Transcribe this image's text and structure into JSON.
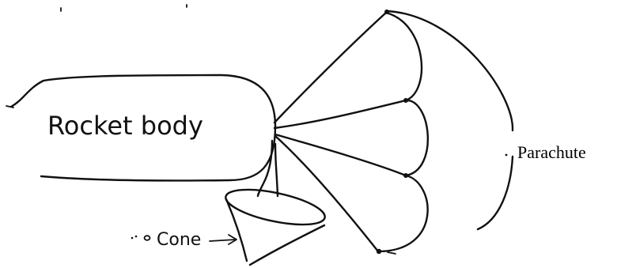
{
  "labels": {
    "rocket_body": "Rocket body",
    "parachute": "Parachute",
    "cone": "Cone"
  },
  "colors": {
    "ink": "#111111",
    "background": "#ffffff"
  }
}
